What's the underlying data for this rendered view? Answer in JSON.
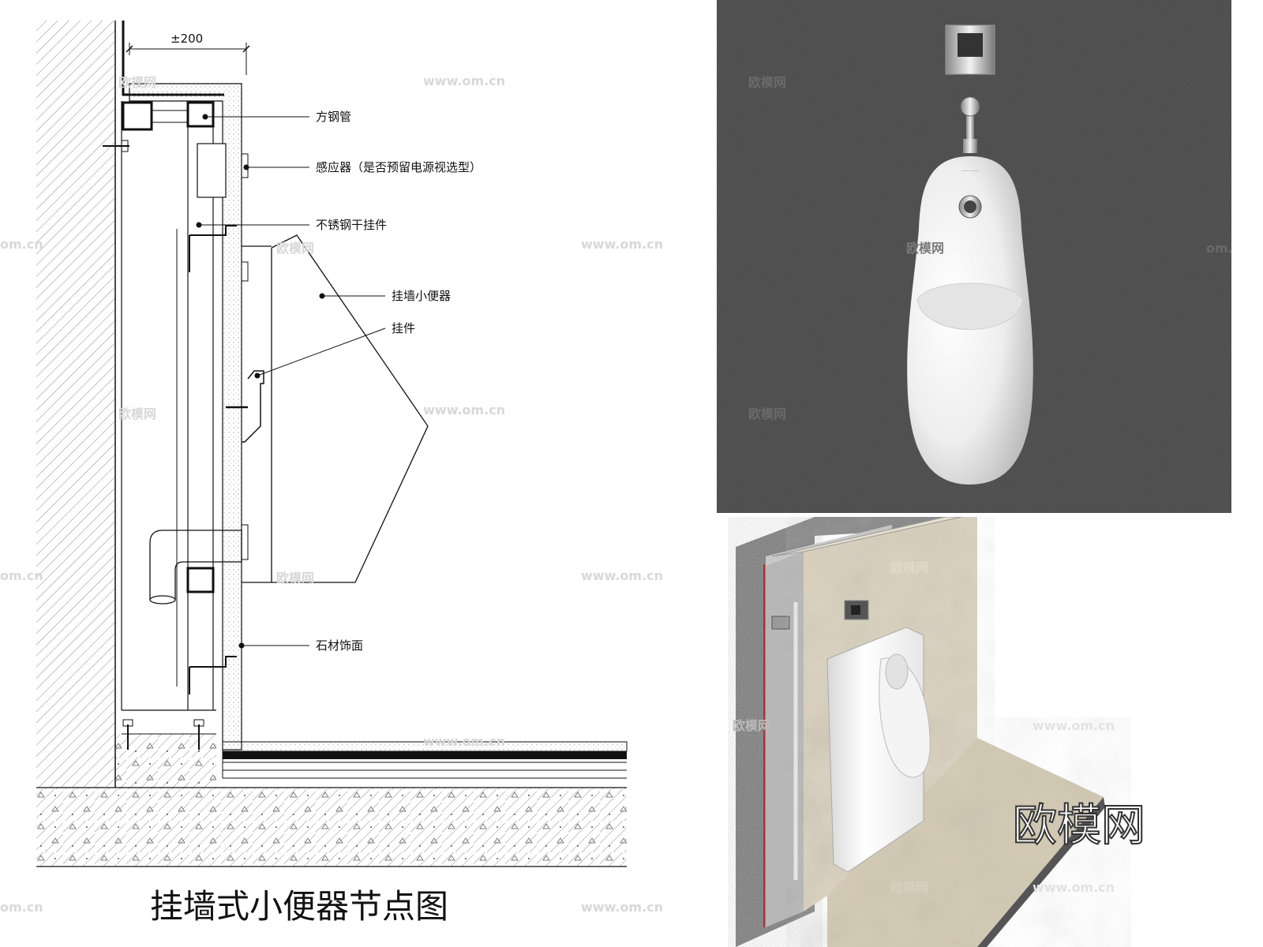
{
  "drawing": {
    "title": "挂墙式小便器节点图",
    "dimension": "±200",
    "labels": {
      "square_steel_tube": "方钢管",
      "sensor": "感应器（是否预留电源视选型）",
      "stainless_bracket": "不锈钢干挂件",
      "wall_urinal": "挂墙小便器",
      "hanger": "挂件",
      "stone_finish": "石材饰面"
    }
  },
  "watermarks": {
    "brand": "欧模网",
    "url": "www.om.cn",
    "edge": "om.cn"
  },
  "render_watermark": "欧模网",
  "colors": {
    "photo_bg": "#4a4a4a",
    "stone": "#d9d0bd",
    "concrete": "#8c8c8c",
    "line": "#111111"
  }
}
